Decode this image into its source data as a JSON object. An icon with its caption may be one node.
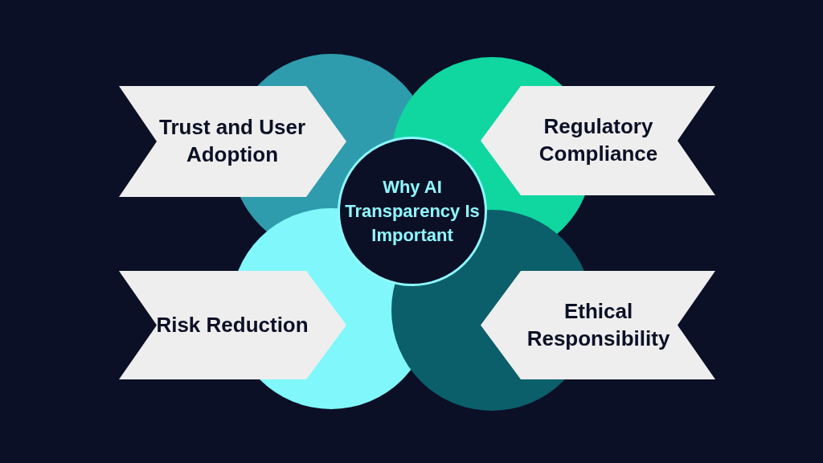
{
  "diagram": {
    "nodes": [
      {
        "text": [
          "Trust and User Adoption"
        ]
      },
      {
        "text": [
          "Regulatory Compliance"
        ]
      },
      {
        "text": [
          "Why AI Transparency Is Important"
        ]
      },
      {
        "text": [
          "Risk Reduction"
        ]
      },
      {
        "text": [
          "Ethical Responsibility"
        ]
      }
    ]
  }
}
